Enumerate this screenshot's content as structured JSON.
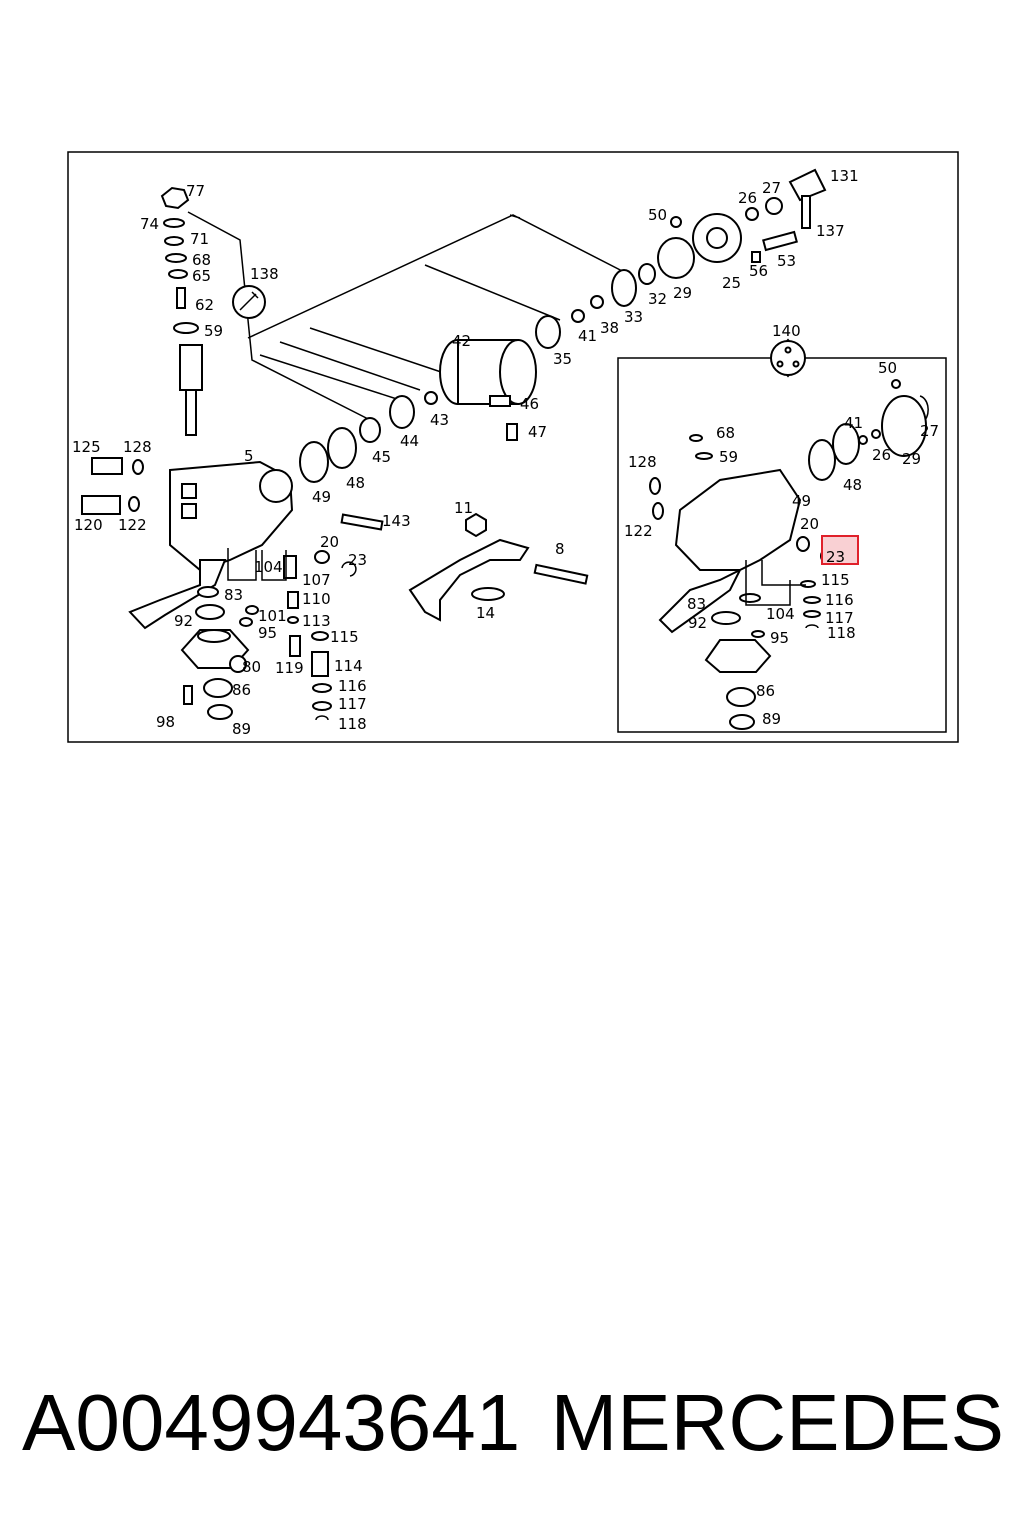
{
  "callouts_main": [
    "77",
    "74",
    "71",
    "68",
    "65",
    "62",
    "59",
    "138",
    "125",
    "128",
    "5",
    "120",
    "122",
    "49",
    "48",
    "45",
    "44",
    "43",
    "42",
    "46",
    "47",
    "35",
    "41",
    "38",
    "33",
    "32",
    "29",
    "25",
    "56",
    "53",
    "50",
    "26",
    "27",
    "131",
    "137",
    "143",
    "20",
    "23",
    "104",
    "107",
    "110",
    "113",
    "83",
    "92",
    "101",
    "95",
    "115",
    "80",
    "119",
    "114",
    "116",
    "117",
    "118",
    "86",
    "98",
    "89",
    "11",
    "8",
    "14"
  ],
  "callouts_inset": [
    "140",
    "50",
    "41",
    "27",
    "26",
    "29",
    "68",
    "59",
    "128",
    "122",
    "49",
    "48",
    "20",
    "23",
    "115",
    "116",
    "117",
    "118",
    "104",
    "83",
    "92",
    "95",
    "86",
    "89"
  ],
  "highlight": {
    "label": "23",
    "color": "#e0202a"
  },
  "footer": {
    "part_number": "A0049943641",
    "brand": "MERCEDES"
  }
}
